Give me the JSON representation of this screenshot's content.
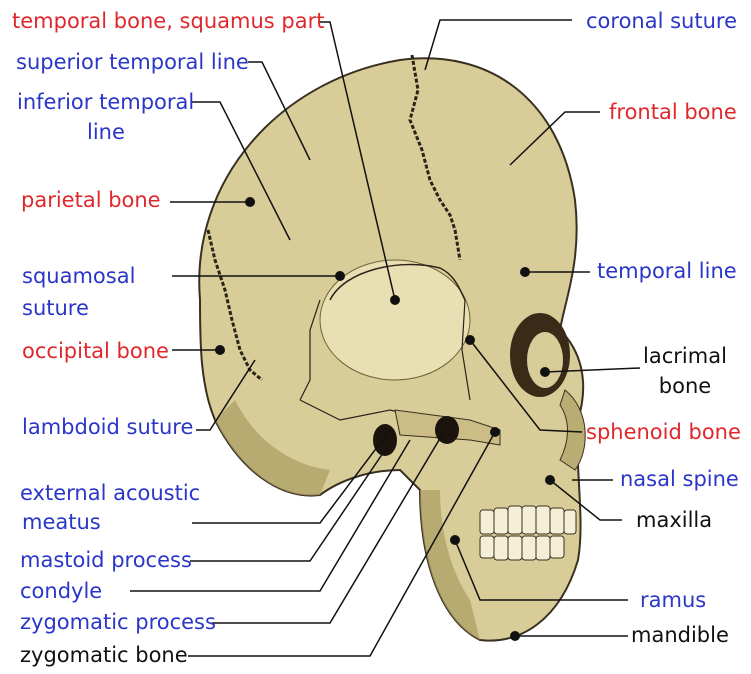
{
  "colors": {
    "red_label": "#e0282c",
    "blue_label": "#2a36c8",
    "black_label": "#111111",
    "bone": "#d8cd98",
    "bone_shadow": "#a99c63",
    "suture": "#2a2418"
  },
  "labels": {
    "temporal_squamus": "temporal bone, squamus part",
    "superior_temporal_line": "superior temporal line",
    "inferior_temporal_line_1": "inferior temporal",
    "inferior_temporal_line_2": "line",
    "parietal_bone": "parietal bone",
    "squamosal_suture_1": "squamosal",
    "squamosal_suture_2": "suture",
    "occipital_bone": "occipital bone",
    "lambdoid_suture": "lambdoid suture",
    "external_acoustic_1": "external acoustic",
    "external_acoustic_2": "meatus",
    "mastoid_process": "mastoid process",
    "condyle": "condyle",
    "zygomatic_process": "zygomatic process",
    "zygomatic_bone": "zygomatic bone",
    "coronal_suture": "coronal suture",
    "frontal_bone": "frontal bone",
    "temporal_line": "temporal line",
    "lacrimal_bone_1": "lacrimal",
    "lacrimal_bone_2": "bone",
    "sphenoid_bone": "sphenoid bone",
    "nasal_spine": "nasal spine",
    "maxilla": "maxilla",
    "ramus": "ramus",
    "mandible": "mandible"
  }
}
